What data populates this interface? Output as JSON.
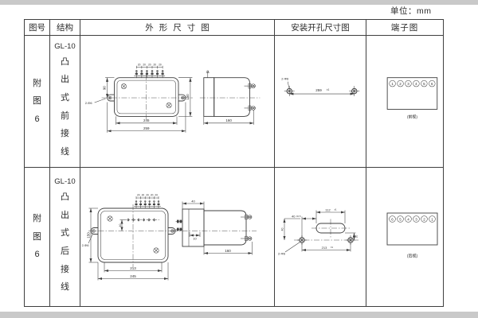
{
  "page": {
    "unit_label": "单位：mm",
    "colors": {
      "line": "#3f3f3f",
      "text": "#2a2a2a",
      "background": "#ffffff",
      "frame": "#c9c9c9"
    }
  },
  "table": {
    "headers": {
      "figure_no": "图号",
      "structure": "结构",
      "outline": "外形尺寸图",
      "install": "安装开孔尺寸图",
      "terminal": "端子图"
    }
  },
  "rows": [
    {
      "figure_no": "附图6",
      "model": "GL-10",
      "structure": "凸出式前接线",
      "outline": {
        "pitch": [
          "20",
          "20",
          "20",
          "20",
          "20"
        ],
        "height_to_center": "90",
        "height": "150",
        "width_inner": "245",
        "width_outer": "259",
        "depth": "160",
        "holes_label": "2-Φ6"
      },
      "install": {
        "hole_span": "259",
        "hole_span_tol": "±1",
        "holes_label": "2-Φ6"
      },
      "terminal": {
        "numbers": [
          "1",
          "2",
          "3",
          "4",
          "5",
          "6"
        ],
        "caption": "(前视)"
      }
    },
    {
      "figure_no": "附图6",
      "model": "GL-10",
      "structure": "凸出式后接线",
      "outline": {
        "pitch": [
          "20",
          "20",
          "20",
          "20",
          "20"
        ],
        "height": "150",
        "terminal_offset": "40",
        "width_inner": "213",
        "width_outer": "245",
        "block_depth": "40",
        "step": "10",
        "depth": "160",
        "holes_label": "2-Φ6"
      },
      "install": {
        "slot_width": "112",
        "slot_width_tol": "±1",
        "slot_offset": "40",
        "slot_offset_tol": "±0.5",
        "slot_height": "40",
        "slot_drop": "20",
        "hole_span": "213",
        "hole_span_tol": "±1",
        "holes_label": "2-Φ6"
      },
      "terminal": {
        "numbers": [
          "6",
          "5",
          "4",
          "3",
          "2",
          "1"
        ],
        "caption": "(后视)"
      }
    }
  ]
}
